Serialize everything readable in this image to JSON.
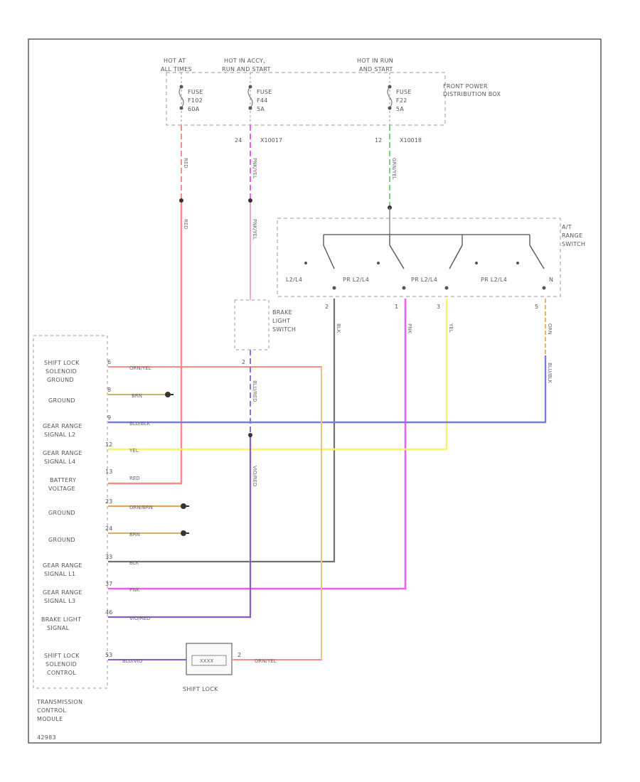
{
  "power": {
    "hot_at_all_times": [
      "HOT AT",
      "ALL TIMES"
    ],
    "hot_in_acc": [
      "HOT IN ACCY,",
      "RUN AND START"
    ],
    "hot_in_run": [
      "HOT IN RUN",
      "AND START"
    ],
    "pdb_label": [
      "FRONT POWER",
      "DISTRIBUTION BOX"
    ],
    "fuses": [
      {
        "lines": [
          "FUSE",
          "F102",
          "60A"
        ]
      },
      {
        "lines": [
          "FUSE",
          "F44",
          "5A"
        ]
      },
      {
        "lines": [
          "FUSE",
          "F22",
          "5A"
        ]
      }
    ],
    "conn_fuse2": {
      "pin": "24",
      "conn": "X10017"
    },
    "conn_fuse3": {
      "pin": "12",
      "conn": "X10018"
    }
  },
  "wire_labels": {
    "red_top": "RED",
    "pnk_top": "PNK/YEL",
    "grn_top": "GRN/YEL",
    "red_mid": "RED",
    "pnk_mid": "PNK/YEL",
    "blk_vert": "BLK",
    "pnk_vert": "PNK",
    "yel_vert": "YEL",
    "orn_vert": "ORN",
    "blu_vert": "BLU/BLK",
    "blu_brake": "BLU/RED",
    "vio_brake": "VIO/RED"
  },
  "range_switch": {
    "label": [
      "A/T",
      "RANGE",
      "SWITCH"
    ],
    "positions": [
      "L2/L4",
      "PR L2/L4",
      "PR L2/L4",
      "PR L2/L4",
      "N"
    ],
    "pins": [
      "2",
      "1",
      "3",
      "5"
    ]
  },
  "brake_switch": {
    "label": [
      "BRAKE",
      "LIGHT",
      "SWITCH"
    ],
    "pin": "2"
  },
  "tcm": {
    "label": [
      "TRANSMISSION",
      "CONTROL",
      "MODULE"
    ],
    "pins": [
      {
        "name": [
          "SHIFT LOCK",
          "SOLENOID",
          "GROUND"
        ],
        "pin": "6",
        "wire": "ORN/YEL"
      },
      {
        "name": [
          "GROUND"
        ],
        "pin": "8",
        "wire": "BRN"
      },
      {
        "name": [
          "GEAR RANGE",
          "SIGNAL L2"
        ],
        "pin": "9",
        "wire": "BLU/BLK"
      },
      {
        "name": [
          "GEAR RANGE",
          "SIGNAL L4"
        ],
        "pin": "12",
        "wire": "YEL"
      },
      {
        "name": [
          "BATTERY",
          "VOLTAGE"
        ],
        "pin": "13",
        "wire": "RED"
      },
      {
        "name": [
          "GROUND"
        ],
        "pin": "23",
        "wire": "ORN/BRN"
      },
      {
        "name": [
          "GROUND"
        ],
        "pin": "24",
        "wire": "BRN"
      },
      {
        "name": [
          "GEAR RANGE",
          "SIGNAL L1"
        ],
        "pin": "33",
        "wire": "BLK"
      },
      {
        "name": [
          "GEAR RANGE",
          "SIGNAL L3"
        ],
        "pin": "37",
        "wire": "PNK"
      },
      {
        "name": [
          "BRAKE LIGHT",
          "SIGNAL"
        ],
        "pin": "46",
        "wire": "VIO/RED"
      },
      {
        "name": [
          "SHIFT LOCK",
          "SOLENOID",
          "CONTROL"
        ],
        "pin": "53",
        "wire": "BLU/VIO"
      }
    ]
  },
  "shift_lock": {
    "label": "SHIFT LOCK",
    "inner": "XXXX",
    "pin_right": "2",
    "wire_right": "ORN/YEL"
  },
  "footer": {
    "code": "42983"
  },
  "colors": {
    "red": "#ff8a8a",
    "pink": "#f45cf4",
    "green": "#7ed07e",
    "yellow": "#f5f56a",
    "blue": "#7a7ae6",
    "black": "#707070",
    "brown": "#cdb46a",
    "orange": "#f2b268",
    "violet": "#8c5ac8",
    "tan": "#e5c67a"
  }
}
